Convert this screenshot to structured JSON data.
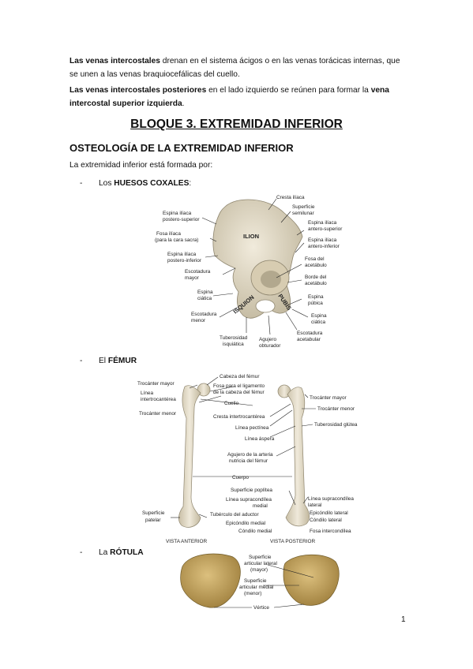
{
  "intro": {
    "p1_bold": "Las venas intercostales",
    "p1_rest": " drenan en el sistema ácigos o en las venas torácicas internas, que se unen a las venas braquiocefálicas del cuello.",
    "p2_bold1": "Las venas intercostales posteriores",
    "p2_mid": " en el lado izquierdo se reúnen para formar la ",
    "p2_bold2": "vena intercostal superior izquierda",
    "p2_end": "."
  },
  "heading": "BLOQUE 3. EXTREMIDAD INFERIOR",
  "subheading": "OSTEOLOGÍA DE LA EXTREMIDAD INFERIOR",
  "lead": "La extremidad inferior está formada por:",
  "bullets": [
    {
      "dash": "-",
      "prefix": "Los ",
      "bold": "HUESOS COXALES",
      "suffix": ":"
    },
    {
      "dash": "-",
      "prefix": "El ",
      "bold": "FÉMUR",
      "suffix": ""
    },
    {
      "dash": "-",
      "prefix": "La ",
      "bold": "RÓTULA",
      "suffix": ""
    }
  ],
  "coxal_labels": {
    "cresta": "Cresta ilíaca",
    "sup_semilunar_1": "Superficie",
    "sup_semilunar_2": "semilunar",
    "espina_ant_sup_1": "Espina ilíaca",
    "espina_ant_sup_2": "antero-superior",
    "espina_ant_inf_1": "Espina ilíaca",
    "espina_ant_inf_2": "antero-inferior",
    "fosa_acet_1": "Fosa del",
    "fosa_acet_2": "acetábulo",
    "borde_acet_1": "Borde del",
    "borde_acet_2": "acetábulo",
    "espina_pubica_1": "Espina",
    "espina_pubica_2": "púbica",
    "espina_ciatica_r_1": "Espina",
    "espina_ciatica_r_2": "ciática",
    "escot_acet_1": "Escotadura",
    "escot_acet_2": "acetabular",
    "agujero_1": "Agujero",
    "agujero_2": "obturador",
    "tuberosidad_1": "Tuberosidad",
    "tuberosidad_2": "isquiática",
    "escot_menor_1": "Escotadura",
    "escot_menor_2": "menor",
    "espina_ciatica_l_1": "Espina",
    "espina_ciatica_l_2": "ciática",
    "escot_mayor_1": "Escotadura",
    "escot_mayor_2": "mayor",
    "espina_post_inf_1": "Espina ilíaca",
    "espina_post_inf_2": "postero-inferior",
    "fosa_iliaca_1": "Fosa ilíaca",
    "fosa_iliaca_2": "(para la cara sacra)",
    "espina_post_sup_1": "Espina ilíaca",
    "espina_post_sup_2": "postero-superior",
    "ilion": "ILION",
    "isquion": "ISQUION",
    "pubis": "PUBIS"
  },
  "femur_labels": {
    "troc_mayor_l": "Trocánter mayor",
    "linea_inter_1": "Línea",
    "linea_inter_2": "intertrocantérea",
    "troc_menor_l": "Trocánter menor",
    "cabeza": "Cabeza del fémur",
    "fosa_lig_1": "Fosa para el ligamento",
    "fosa_lig_2": "de la cabeza del fémur",
    "cuello": "Cuello",
    "cresta_inter": "Cresta intertrocantérea",
    "linea_pectinea": "Línea pectínea",
    "linea_aspera": "Línea áspera",
    "agujero_nut_1": "Agujero de la arteria",
    "agujero_nut_2": "nutricia del fémur",
    "cuerpo": "Cuerpo",
    "troc_mayor_r": "Trocánter mayor",
    "troc_menor_r": "Trocánter menor",
    "tuberosidad_glutea": "Tuberosidad glútea",
    "sup_poplitea": "Superficie poplítea",
    "linea_supra_med_1": "Línea supracondílea",
    "linea_supra_med_2": "medial",
    "tuberculo_aductor": "Tubérculo del aductor",
    "epicondilo_med": "Epicóndilo medial",
    "condilo_med": "Cóndilo medial",
    "sup_patelar_1": "Superficie",
    "sup_patelar_2": "patelar",
    "linea_supra_lat_1": "Línea supracondílea",
    "linea_supra_lat_2": "lateral",
    "epicondilo_lat": "Epicóndilo lateral",
    "condilo_lat": "Cóndilo lateral",
    "fosa_inter": "Fosa intercondílea",
    "vista_ant": "VISTA ANTERIOR",
    "vista_post": "VISTA POSTERIOR"
  },
  "rotula_labels": {
    "sup_lat_1": "Superficie",
    "sup_lat_2": "articular lateral",
    "sup_lat_3": "(mayor)",
    "sup_med_1": "Superficie",
    "sup_med_2": "articular medial",
    "sup_med_3": "(menor)",
    "vertice": "Vértice"
  },
  "page_number": "1",
  "colors": {
    "bone": "#e8e0cc",
    "bone_shade": "#c9bfa6",
    "patella": "#c9a65c",
    "patella_dark": "#a8843d"
  }
}
